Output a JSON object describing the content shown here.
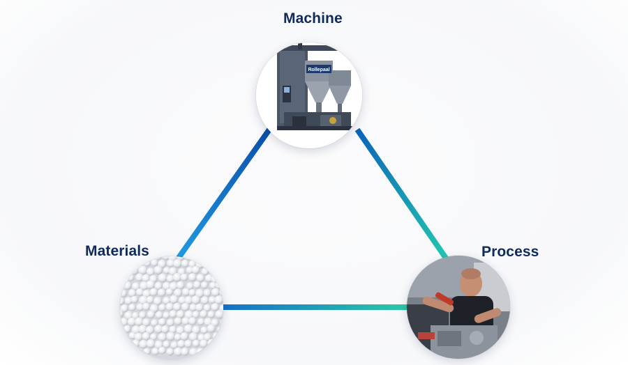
{
  "nodes": {
    "machine": {
      "label": "Machine",
      "image": "machine-photo",
      "brand_badge": "Rollepaal"
    },
    "materials": {
      "label": "Materials",
      "image": "white-pellets-photo"
    },
    "process": {
      "label": "Process",
      "image": "technician-photo"
    }
  },
  "edges": [
    {
      "from": "machine",
      "to": "materials",
      "gradient": [
        "#0b4da8",
        "#1f9be0"
      ]
    },
    {
      "from": "machine",
      "to": "process",
      "gradient": [
        "#0b63b8",
        "#22c7b2"
      ]
    },
    {
      "from": "materials",
      "to": "process",
      "gradient": [
        "#1670c9",
        "#2cc9a6"
      ]
    }
  ],
  "colors": {
    "label_text": "#0f2a5c",
    "edge_blue": "#0b4da8",
    "edge_teal": "#22c7b2"
  }
}
